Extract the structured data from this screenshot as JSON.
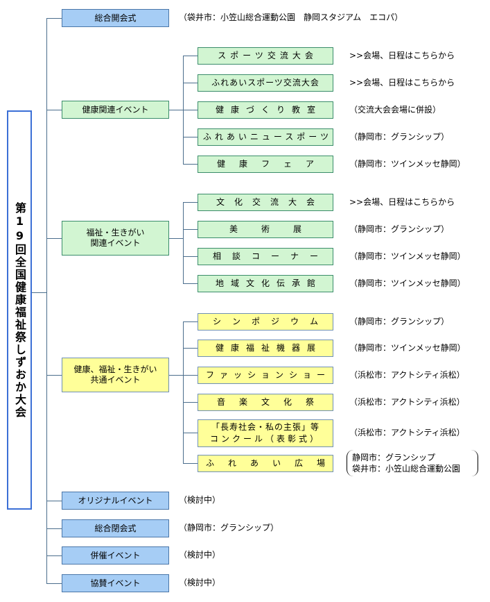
{
  "root": "第19回全国健康福祉祭しずおか大会",
  "l1": {
    "opening": "総合開会式",
    "health": "健康関連イベント",
    "welfare": "福祉・生きがい\n関連イベント",
    "common": "健康、福祉・生きがい\n共通イベント",
    "original": "オリジナルイベント",
    "closing": "総合閉会式",
    "concurrent": "併催イベント",
    "sponsored": "協賛イベント"
  },
  "l2": {
    "sports": "スポーツ交流大会",
    "fureai_sports": "ふれあいスポーツ交流大会",
    "kenko_zukuri": "健康づくり教室",
    "news_sports": "ふれあいニュースポーツ",
    "health_fair": "健康フェア",
    "culture": "文化交流大会",
    "art": "美術展",
    "consult": "相談コーナー",
    "regional": "地域文化伝承館",
    "symposium": "シンポジウム",
    "equipment": "健康福祉機器展",
    "fashion": "ファッションショー",
    "music": "音楽文化祭",
    "contest_line1": "「長寿社会・私の主張」等",
    "contest_line2": "コンクール（表彰式）",
    "square": "ふれあい広場"
  },
  "notes": {
    "opening": "（袋井市：小笠山総合運動公園　静岡スタジアム　エコパ）",
    "sports": ">>会場、日程はこちらから",
    "fureai_sports": ">>会場、日程はこちらから",
    "kenko_zukuri": "（交流大会会場に併設）",
    "news_sports": "（静岡市：グランシップ）",
    "health_fair": "（静岡市：ツインメッセ静岡）",
    "culture": ">>会場、日程はこちらから",
    "art": "（静岡市：グランシップ）",
    "consult": "（静岡市：ツインメッセ静岡）",
    "regional": "（静岡市：ツインメッセ静岡）",
    "symposium": "（静岡市：グランシップ）",
    "equipment": "（静岡市：ツインメッセ静岡）",
    "fashion": "（浜松市：アクトシティ浜松）",
    "music": "（浜松市：アクトシティ浜松）",
    "contest": "（浜松市：アクトシティ浜松）",
    "square_line1": "静岡市：グランシップ",
    "square_line2": "袋井市：小笠山総合運動公園",
    "original": "（検討中）",
    "closing": "（静岡市：グランシップ）",
    "concurrent": "（検討中）",
    "sponsored": "（検討中）"
  },
  "colors": {
    "level1_blue": "#a6cdf5",
    "level1_green": "#d2f5d2",
    "level1_yellow": "#ffff99",
    "connector": "#4a6d8c",
    "root_border": "#3b6fd6"
  }
}
